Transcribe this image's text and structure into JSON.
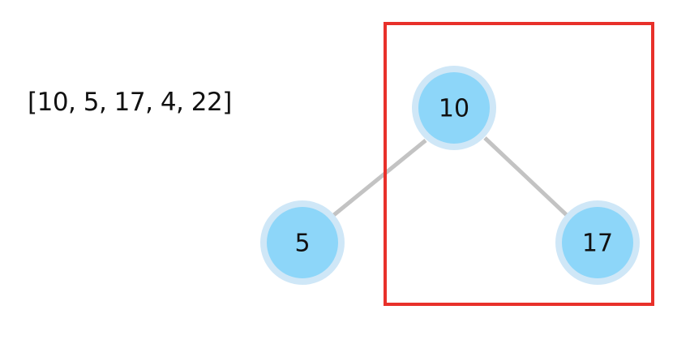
{
  "array_text": "[10, 5, 17, 4, 22]",
  "colors": {
    "node_fill": "#8dd6f9",
    "node_halo": "#cfe7f7",
    "edge": "#c3c3c3",
    "highlight_box": "#e8302a"
  },
  "tree": {
    "nodes": [
      {
        "id": "n10",
        "label": "10"
      },
      {
        "id": "n5",
        "label": "5"
      },
      {
        "id": "n17",
        "label": "17"
      }
    ],
    "edges": [
      {
        "from": "n10",
        "to": "n5"
      },
      {
        "from": "n10",
        "to": "n17"
      }
    ],
    "highlighted_subtree": [
      "n10",
      "n17"
    ]
  }
}
